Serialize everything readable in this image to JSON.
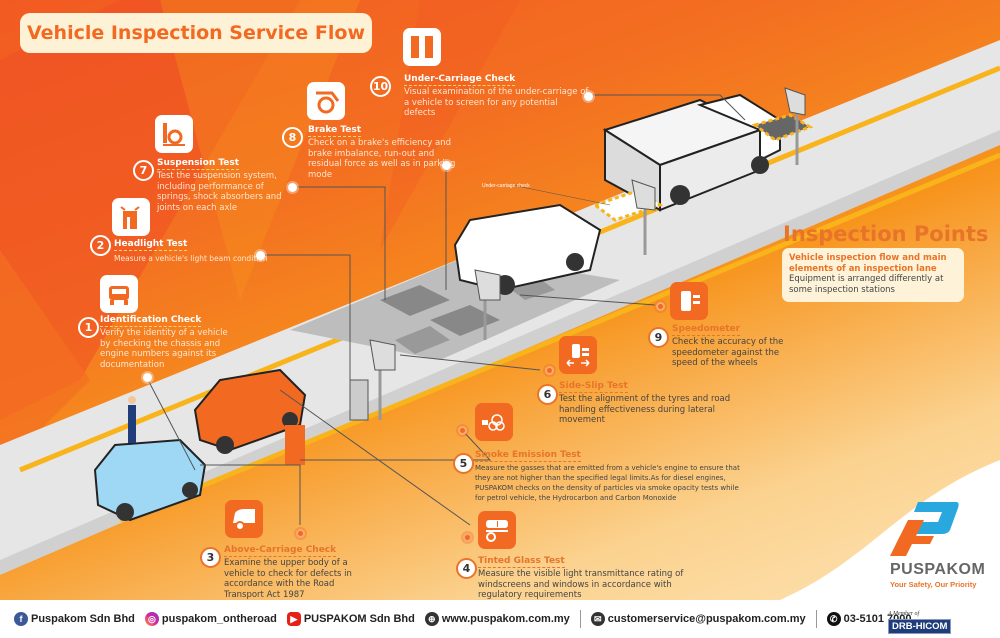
{
  "title": "Vehicle Inspection Service Flow",
  "steps": [
    {
      "number": "1",
      "title": "Identification Check",
      "description": "Verify the identity of a vehicle by checking the chassis and engine numbers against its documentation",
      "icon": "car-front-icon"
    },
    {
      "number": "2",
      "title": "Headlight Test",
      "description": "Measure a vehicle's light beam condition",
      "icon": "headlight-tester-icon"
    },
    {
      "number": "3",
      "title": "Above-Carriage Check",
      "description": "Examine the upper body of a vehicle to check for defects in accordance with the Road Transport Act 1987",
      "icon": "van-side-icon"
    },
    {
      "number": "4",
      "title": "Tinted Glass Test",
      "description": "Measure the visible light transmittance rating of windscreens and windows in accordance with regulatory requirements",
      "icon": "tinted-window-icon"
    },
    {
      "number": "5",
      "title": "Smoke Emission Test",
      "description": "Measure the gasses that are emitted from a vehicle's engine to ensure that they are not higher than the specified legal limits.As for diesel engines, PUSPAKOM checks on the density of particles via smoke opacity tests while for petrol vehicle, the Hydrocarbon and Carbon Monoxide",
      "icon": "exhaust-smoke-icon"
    },
    {
      "number": "6",
      "title": "Side-Slip Test",
      "description": "Test the alignment of the tyres and road handling effectiveness during lateral movement",
      "icon": "side-slip-icon"
    },
    {
      "number": "7",
      "title": "Suspension Test",
      "description": "Test the suspension system, including performance of springs, shock absorbers and joints on each axle",
      "icon": "suspension-icon"
    },
    {
      "number": "8",
      "title": "Brake Test",
      "description": "Check on a brake's efficiency and brake imbalance, run-out and residual force as well as in parking mode",
      "icon": "brake-wheel-icon"
    },
    {
      "number": "9",
      "title": "Speedometer",
      "description": "Check the accuracy of the speedometer against the speed of the wheels",
      "icon": "speedometer-icon"
    },
    {
      "number": "10",
      "title": "Under-Carriage Check",
      "description": "Visual examination of the under-carriage of a vehicle to screen for any potential defects",
      "icon": "undercarriage-icon"
    }
  ],
  "illustration_label": "Under-carriage check",
  "inspection_points": {
    "title": "Inspection Points",
    "heading": "Vehicle inspection flow and main elements of an inspection lane",
    "description": "Equipment is arranged differently at some inspection stations"
  },
  "brand": {
    "name": "PUSPAKOM",
    "tagline": "Your Safety, Our Priority",
    "member_of": "A Member of",
    "parent": "DRB-HICOM",
    "colors": {
      "orange": "#f26a21",
      "blue": "#29a8e0"
    }
  },
  "footer": {
    "facebook": "Puspakom Sdn Bhd",
    "instagram": "puspakom_ontheroad",
    "youtube": "PUSPAKOM Sdn Bhd",
    "website": "www.puspakom.com.my",
    "email": "customerservice@puspakom.com.my",
    "phone": "03-5101 7000"
  }
}
